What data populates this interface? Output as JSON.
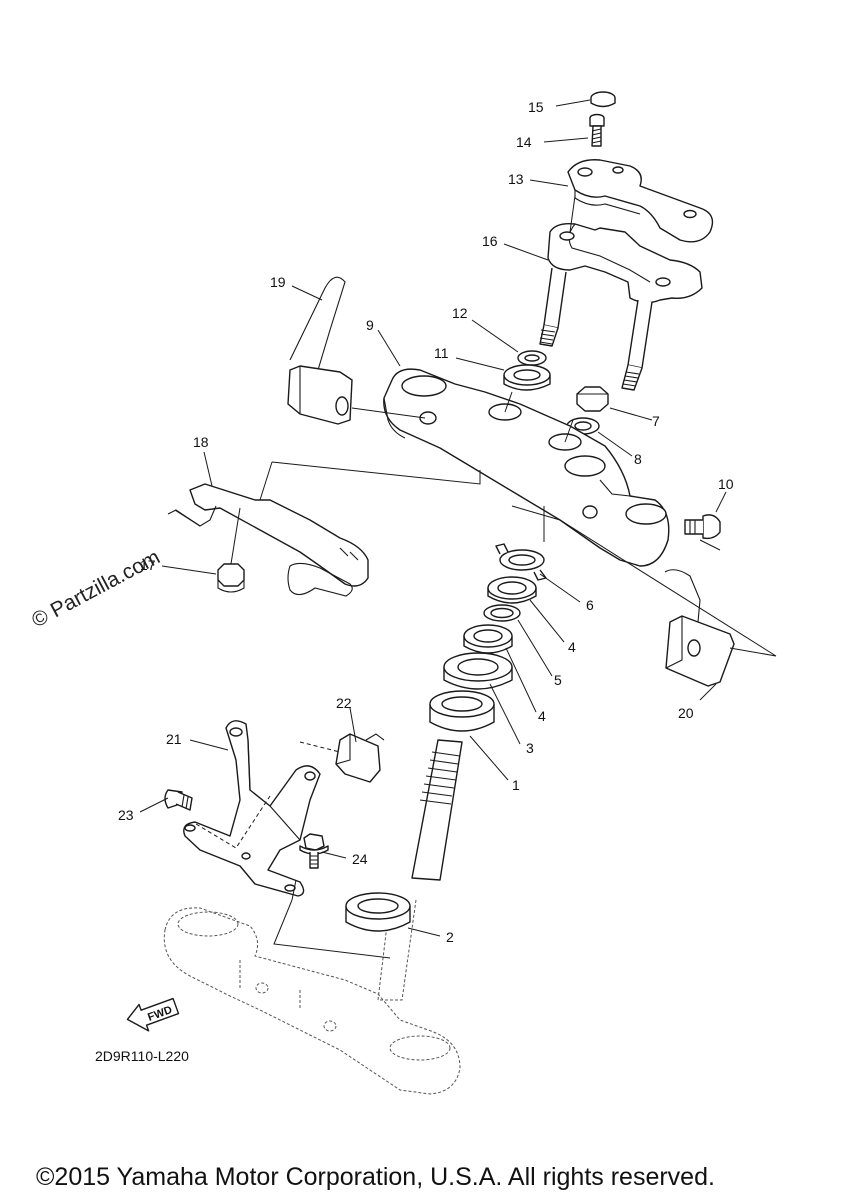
{
  "watermark": "© Partzilla.com",
  "diagram_code": "2D9R110-L220",
  "fwd_arrow_label": "FWD",
  "copyright": "©2015 Yamaha Motor Corporation, U.S.A. All rights reserved.",
  "callouts": [
    {
      "id": "c15",
      "label": "15"
    },
    {
      "id": "c14",
      "label": "14"
    },
    {
      "id": "c13",
      "label": "13"
    },
    {
      "id": "c16",
      "label": "16"
    },
    {
      "id": "c19",
      "label": "19"
    },
    {
      "id": "c12",
      "label": "12"
    },
    {
      "id": "c9",
      "label": "9"
    },
    {
      "id": "c11",
      "label": "11"
    },
    {
      "id": "c7",
      "label": "7"
    },
    {
      "id": "c8",
      "label": "8"
    },
    {
      "id": "c18",
      "label": "18"
    },
    {
      "id": "c10",
      "label": "10"
    },
    {
      "id": "c17",
      "label": "17"
    },
    {
      "id": "c6",
      "label": "6"
    },
    {
      "id": "c4a",
      "label": "4"
    },
    {
      "id": "c5",
      "label": "5"
    },
    {
      "id": "c4b",
      "label": "4"
    },
    {
      "id": "c20",
      "label": "20"
    },
    {
      "id": "c22",
      "label": "22"
    },
    {
      "id": "c21",
      "label": "21"
    },
    {
      "id": "c3",
      "label": "3"
    },
    {
      "id": "c1",
      "label": "1"
    },
    {
      "id": "c23",
      "label": "23"
    },
    {
      "id": "c24",
      "label": "24"
    },
    {
      "id": "c2",
      "label": "2"
    }
  ]
}
